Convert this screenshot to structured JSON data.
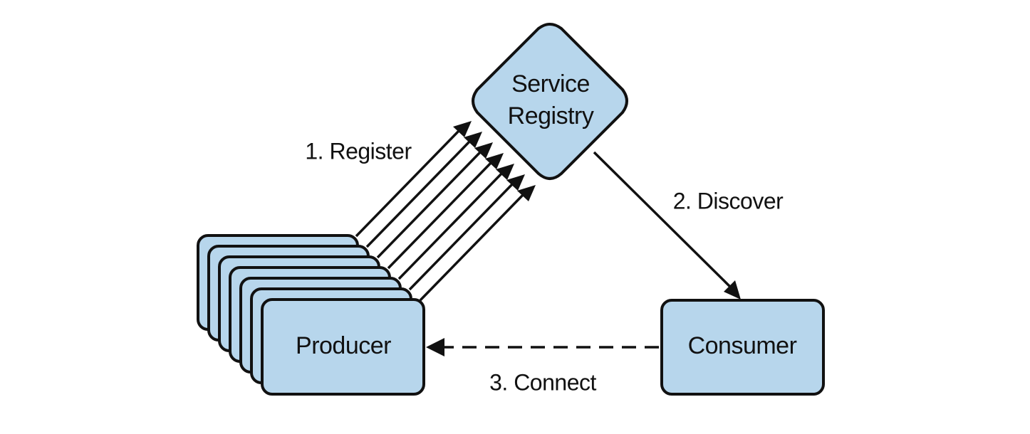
{
  "nodes": {
    "registry": {
      "line1": "Service",
      "line2": "Registry"
    },
    "producer": {
      "label": "Producer",
      "instances": 7
    },
    "consumer": {
      "label": "Consumer"
    }
  },
  "edges": {
    "register": {
      "label": "1. Register",
      "style": "solid",
      "count": 7
    },
    "discover": {
      "label": "2. Discover",
      "style": "solid"
    },
    "connect": {
      "label": "3. Connect",
      "style": "dashed"
    }
  },
  "colors": {
    "node_fill": "#b7d6ec",
    "stroke": "#111111",
    "background": "#ffffff"
  }
}
